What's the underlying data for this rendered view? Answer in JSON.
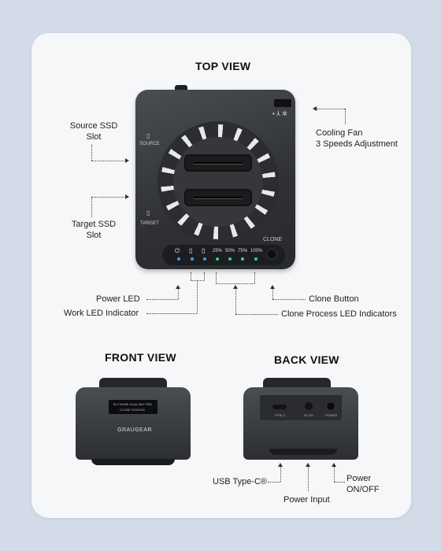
{
  "sections": {
    "top_view": "TOP VIEW",
    "front_view": "FRONT VIEW",
    "back_view": "BACK VIEW"
  },
  "top_labels": {
    "source_slot": [
      "Source SSD",
      "Slot"
    ],
    "target_slot": [
      "Target SSD",
      "Slot"
    ],
    "cooling_fan": [
      "Cooling Fan",
      "3 Speeds Adjustment"
    ],
    "power_led": "Power LED",
    "work_led": "Work LED Indicator",
    "clone_button": "Clone Button",
    "clone_process": "Clone Process LED Indicators"
  },
  "device_text": {
    "source": "SOURCE",
    "target": "TARGET",
    "clone": "CLONE",
    "percents": [
      "25%",
      "50%",
      "75%",
      "100%"
    ]
  },
  "front_device": {
    "screen_line1": "M.2 NVME DUAL BAY SSD",
    "screen_line2": "CLONE STATION",
    "brand": "GRAUGEAR"
  },
  "back_device": {
    "port1": "TYPE-C",
    "port2": "DC 5V",
    "port3": "POWER"
  },
  "back_labels": {
    "usb": "USB Type-C®",
    "power_input": "Power Input",
    "power_onoff": [
      "Power",
      "ON/OFF"
    ]
  },
  "colors": {
    "background": "#d3dae8",
    "card": "#f6f7f8",
    "led_blue": "#3aa0ff",
    "led_green": "#3cd67a"
  }
}
